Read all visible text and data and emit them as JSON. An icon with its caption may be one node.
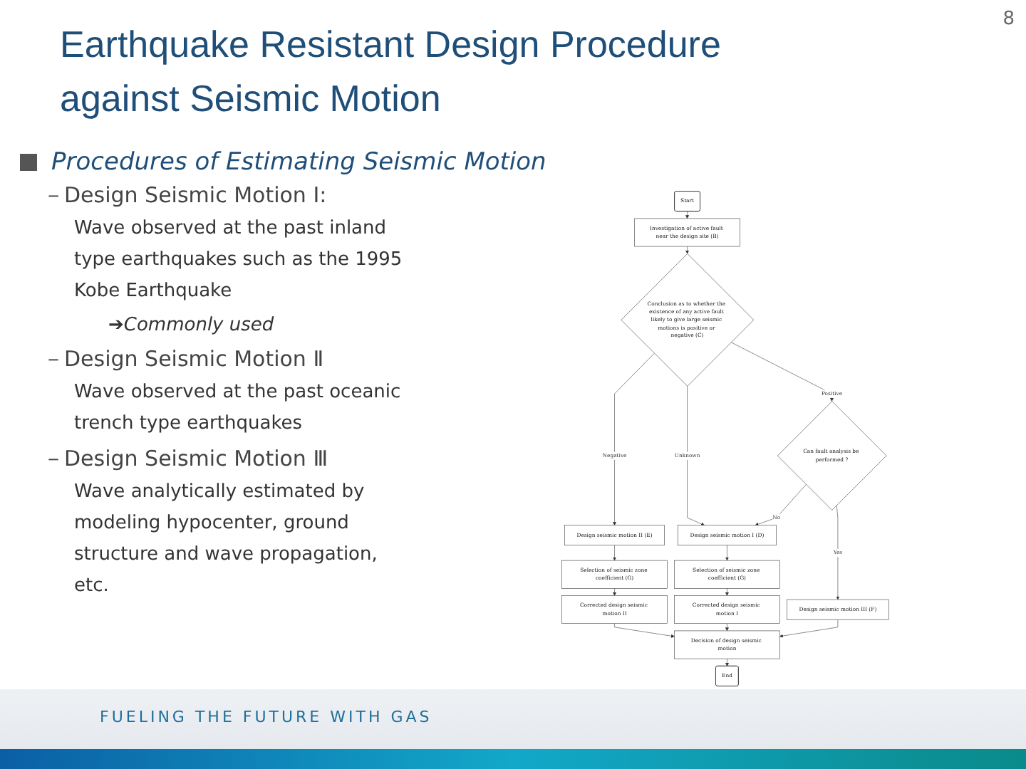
{
  "diagram": {
    "title": "Earthquake Resistant Design Procedure against Seismic Motion",
    "nodes": [
      {
        "text": [
          "Start"
        ]
      },
      {
        "text": [
          "Investigation of active fault near the design site (B)"
        ]
      },
      {
        "text": [
          "Conclusion as to whether the existence of any active fault likely to give large seismic motions is positive or negative (C)"
        ]
      },
      {
        "text": [
          "Can fault analysis be performed ?"
        ]
      },
      {
        "text": [
          "Design seismic motion II (E)"
        ]
      },
      {
        "text": [
          "Selection of seismic zone coefficient (G)"
        ]
      },
      {
        "text": [
          "Corrected design seismic motion II"
        ]
      },
      {
        "text": [
          "Design seismic motion I (D)"
        ]
      },
      {
        "text": [
          "Selection of seismic zone coefficient (G)"
        ]
      },
      {
        "text": [
          "Corrected design seismic motion I"
        ]
      },
      {
        "text": [
          "Design seismic motion III (F)"
        ]
      },
      {
        "text": [
          "Decision of design seismic motion"
        ]
      },
      {
        "text": [
          "End"
        ]
      }
    ],
    "edges": [
      {
        "from": 0,
        "to": 1,
        "arrow": "to"
      },
      {
        "from": 1,
        "to": 2,
        "arrow": "to"
      },
      {
        "from": 2,
        "to": 4,
        "arrow": "to",
        "label": "Negative"
      },
      {
        "from": 2,
        "to": 7,
        "arrow": "to",
        "label": "Unknown"
      },
      {
        "from": 2,
        "to": 3,
        "arrow": "to",
        "label": "Positive"
      },
      {
        "from": 3,
        "to": 7,
        "arrow": "to",
        "label": "No"
      },
      {
        "from": 3,
        "to": 10,
        "arrow": "to",
        "label": "Yes"
      },
      {
        "from": 4,
        "to": 5,
        "arrow": "to"
      },
      {
        "from": 5,
        "to": 6,
        "arrow": "to"
      },
      {
        "from": 7,
        "to": 8,
        "arrow": "to"
      },
      {
        "from": 8,
        "to": 9,
        "arrow": "to"
      },
      {
        "from": 6,
        "to": 11,
        "arrow": "to"
      },
      {
        "from": 9,
        "to": 11,
        "arrow": "to"
      },
      {
        "from": 10,
        "to": 11,
        "arrow": "to"
      },
      {
        "from": 11,
        "to": 12,
        "arrow": "to"
      }
    ],
    "labels": [
      "8",
      "Procedures of Estimating Seismic Motion",
      "－Design Seismic Motion Ⅰ:",
      "Wave observed at the past inland type earthquakes such as the 1995 Kobe Earthquake",
      "➔Commonly used",
      "－Design Seismic Motion Ⅱ",
      "Wave observed at the past oceanic trench type earthquakes",
      "－Design Seismic Motion Ⅲ",
      "Wave analytically estimated by modeling hypocenter, ground structure and wave propagation, etc.",
      "FUELING THE FUTURE WITH GAS"
    ]
  }
}
